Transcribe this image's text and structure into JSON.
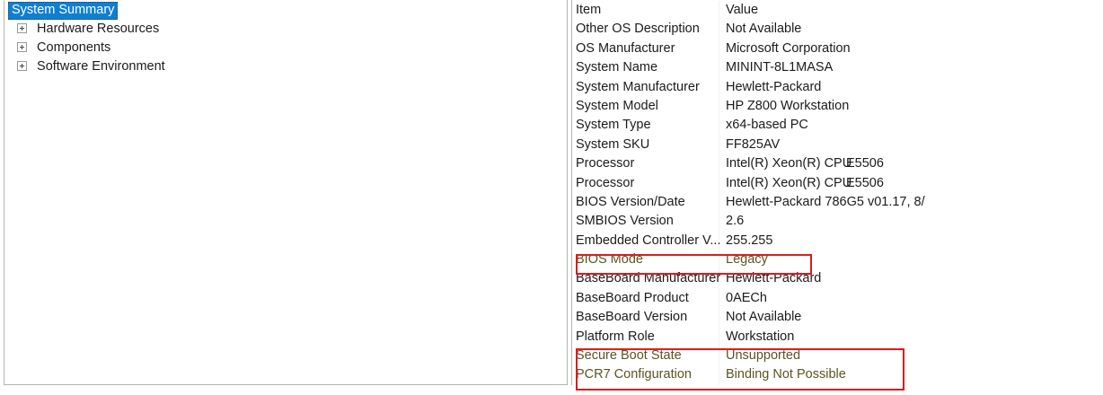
{
  "tree": {
    "selected_item": "System Summary",
    "selection_color": "#0f7fd4",
    "nodes": [
      {
        "label": "Hardware Resources",
        "expander": "plus-box-icon"
      },
      {
        "label": "Components",
        "expander": "plus-box-icon"
      },
      {
        "label": "Software Environment",
        "expander": "plus-box-icon"
      }
    ]
  },
  "list": {
    "columns": {
      "item": "Item",
      "value": "Value"
    },
    "rows": [
      {
        "item": "Other OS Description",
        "value": "Not Available",
        "value_extra": "",
        "highlighted": false
      },
      {
        "item": "OS Manufacturer",
        "value": "Microsoft Corporation",
        "value_extra": "",
        "highlighted": false
      },
      {
        "item": "System Name",
        "value": "MININT-8L1MASA",
        "value_extra": "",
        "highlighted": false
      },
      {
        "item": "System Manufacturer",
        "value": "Hewlett-Packard",
        "value_extra": "",
        "highlighted": false
      },
      {
        "item": "System Model",
        "value": "HP Z800 Workstation",
        "value_extra": "",
        "highlighted": false
      },
      {
        "item": "System Type",
        "value": "x64-based PC",
        "value_extra": "",
        "highlighted": false
      },
      {
        "item": "System SKU",
        "value": "FF825AV",
        "value_extra": "",
        "highlighted": false
      },
      {
        "item": "Processor",
        "value": "Intel(R) Xeon(R) CPU",
        "value_extra": "E5506",
        "highlighted": false
      },
      {
        "item": "Processor",
        "value": "Intel(R) Xeon(R) CPU",
        "value_extra": "E5506",
        "highlighted": false
      },
      {
        "item": "BIOS Version/Date",
        "value": "Hewlett-Packard 786G5 v01.17, 8/",
        "value_extra": "",
        "highlighted": false
      },
      {
        "item": "SMBIOS Version",
        "value": "2.6",
        "value_extra": "",
        "highlighted": false
      },
      {
        "item": "Embedded Controller V...",
        "value": "255.255",
        "value_extra": "",
        "highlighted": false
      },
      {
        "item": "BIOS Mode",
        "value": "Legacy",
        "value_extra": "",
        "highlighted": true
      },
      {
        "item": "BaseBoard Manufacturer",
        "value": "Hewlett-Packard",
        "value_extra": "",
        "highlighted": false
      },
      {
        "item": "BaseBoard Product",
        "value": "0AECh",
        "value_extra": "",
        "highlighted": false
      },
      {
        "item": "BaseBoard Version",
        "value": "Not Available",
        "value_extra": "",
        "highlighted": false
      },
      {
        "item": "Platform Role",
        "value": "Workstation",
        "value_extra": "",
        "highlighted": false
      },
      {
        "item": "Secure Boot State",
        "value": "Unsupported",
        "value_extra": "",
        "highlighted": true
      },
      {
        "item": "PCR7 Configuration",
        "value": "Binding Not Possible",
        "value_extra": "",
        "highlighted": true
      }
    ]
  },
  "annotations": {
    "color": "#e01b1b",
    "boxes": [
      {
        "name": "bios-mode-highlight"
      },
      {
        "name": "secure-boot-highlight"
      }
    ]
  }
}
